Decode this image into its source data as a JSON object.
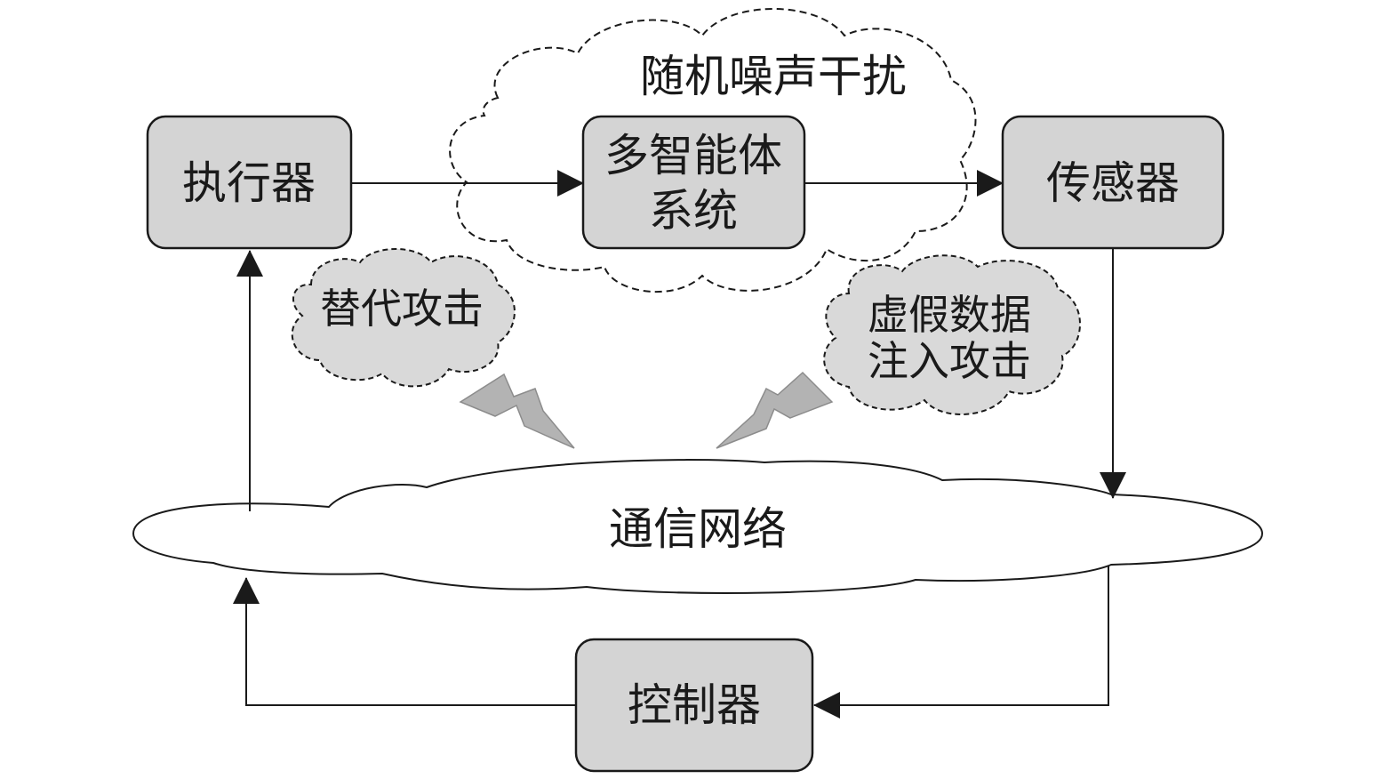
{
  "nodes": {
    "actuator": "执行器",
    "system_line1": "多智能体",
    "system_line2": "系统",
    "sensor": "传感器",
    "controller": "控制器"
  },
  "clouds": {
    "noise": "随机噪声干扰",
    "replacement_attack": "替代攻击",
    "false_data_line1": "虚假数据",
    "false_data_line2": "注入攻击",
    "network": "通信网络"
  },
  "colors": {
    "box_fill": "#d4d4d4",
    "cloud_fill": "#d9d9d9",
    "lightning_fill": "#b3b3b3",
    "stroke": "#1a1a1a"
  }
}
